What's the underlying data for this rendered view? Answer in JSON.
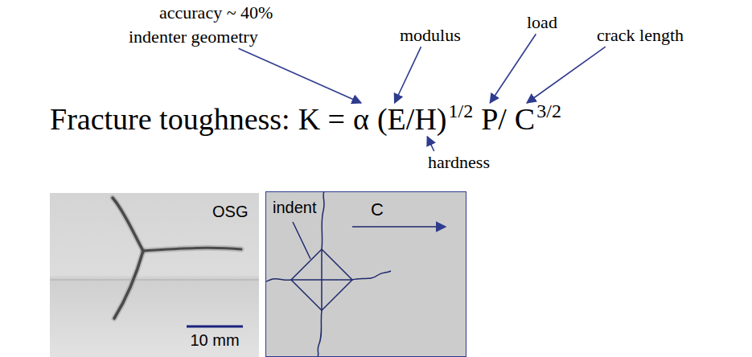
{
  "diagram": {
    "nodes": [
      {
        "text": [
          "OSG",
          "10 mm"
        ]
      },
      {
        "text": [
          "indent",
          "C"
        ]
      }
    ],
    "labels": [
      "accuracy ~ 40%",
      "indenter geometry",
      "modulus",
      "load",
      "crack length",
      "Fracture toughness:",
      "K =",
      "α",
      "(E/H)",
      "1/2",
      "P/",
      "C",
      "3/2",
      "hardness"
    ]
  }
}
